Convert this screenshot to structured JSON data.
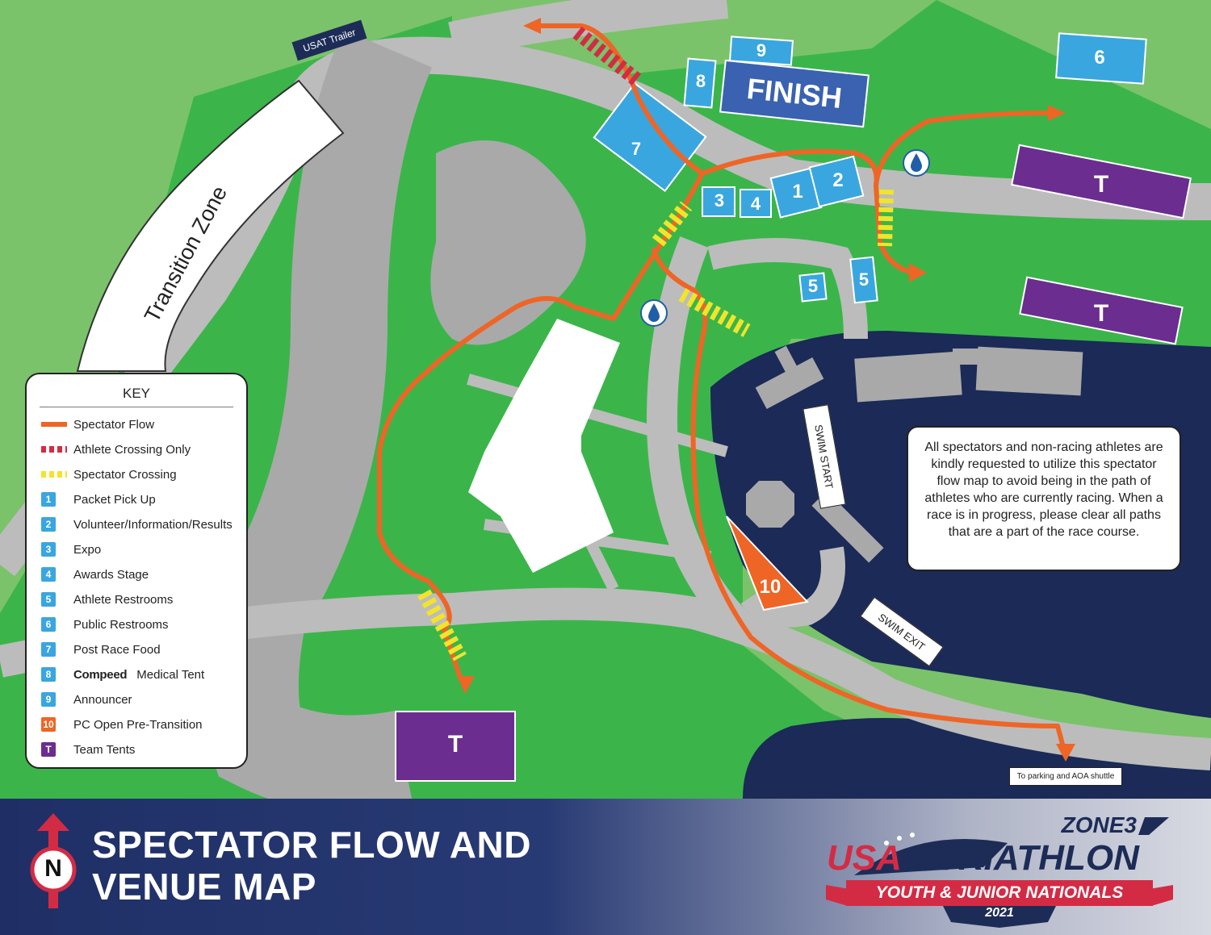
{
  "header": {
    "title_line1": "SPECTATOR FLOW AND",
    "title_line2": "VENUE MAP",
    "north_letter": "N"
  },
  "brand": {
    "sponsor": "ZONE3",
    "org_left": "USA",
    "org_right": "TRIATHLON",
    "event": "YOUTH & JUNIOR NATIONALS",
    "year": "2021"
  },
  "colors": {
    "grass_dark": "#3bb54a",
    "grass_light": "#7ac36a",
    "road": "#bcbcbc",
    "water": "#1b2a57",
    "spectator_flow": "#ee6526",
    "athlete_crossing": "#d42b45",
    "spectator_crossing": "#f2e42a",
    "facility_blue": "#3aa6df",
    "finish_blue": "#3a62b0",
    "team_tent_purple": "#6b2d8f",
    "pre_transition_orange": "#ee6526"
  },
  "map_labels": {
    "transition_zone": "Transition Zone",
    "usat_trailer": "USAT Trailer",
    "finish": "FINISH",
    "swim_start": "SWIM START",
    "swim_exit": "SWIM EXIT",
    "parking": "To parking and AOA shuttle",
    "team_tent": "T",
    "numbers": {
      "n1": "1",
      "n2": "2",
      "n3": "3",
      "n4": "4",
      "n5a": "5",
      "n5b": "5",
      "n6": "6",
      "n7": "7",
      "n8": "8",
      "n9": "9",
      "n10": "10"
    }
  },
  "info_text": "All spectators and non-racing athletes are kindly requested to utilize this spectator flow map to avoid being in the path of athletes who are currently racing. When a race is in progress, please clear all paths that are a part of the race course.",
  "key": {
    "title": "KEY",
    "items": [
      {
        "swatch": "line-orange",
        "badge": "",
        "label": "Spectator Flow"
      },
      {
        "swatch": "line-red",
        "badge": "",
        "label": "Athlete Crossing Only"
      },
      {
        "swatch": "line-yellow",
        "badge": "",
        "label": "Spectator Crossing"
      },
      {
        "swatch": "blue",
        "badge": "1",
        "label": "Packet Pick Up"
      },
      {
        "swatch": "blue",
        "badge": "2",
        "label": "Volunteer/Information/Results"
      },
      {
        "swatch": "blue",
        "badge": "3",
        "label": "Expo"
      },
      {
        "swatch": "blue",
        "badge": "4",
        "label": "Awards Stage"
      },
      {
        "swatch": "blue",
        "badge": "5",
        "label": "Athlete Restrooms"
      },
      {
        "swatch": "blue",
        "badge": "6",
        "label": "Public Restrooms"
      },
      {
        "swatch": "blue",
        "badge": "7",
        "label": "Post Race Food"
      },
      {
        "swatch": "blue",
        "badge": "8",
        "label": "Medical Tent",
        "sponsor": "Compeed"
      },
      {
        "swatch": "blue",
        "badge": "9",
        "label": "Announcer"
      },
      {
        "swatch": "orange",
        "badge": "10",
        "label": "PC Open Pre-Transition"
      },
      {
        "swatch": "purple",
        "badge": "T",
        "label": "Team Tents"
      }
    ]
  }
}
